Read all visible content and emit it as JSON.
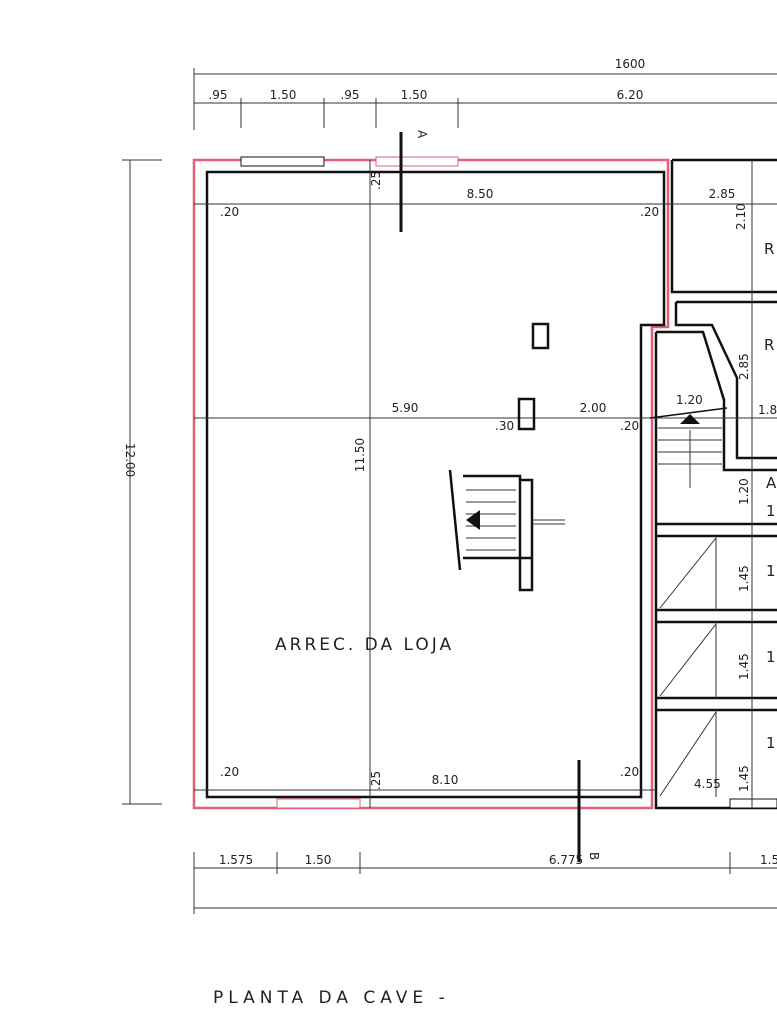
{
  "drawing": {
    "title": "PLANTA DA CAVE -",
    "room_label": "ARREC. DA LOJA",
    "section_marks": [
      "A",
      "B"
    ],
    "top_dims": {
      "total": "1600",
      "segments": [
        ".95",
        "1.50",
        ".95",
        "1.50",
        "6.20"
      ]
    },
    "bottom_dims": {
      "segments": [
        "1.575",
        "1.50",
        "6.775",
        "1.5"
      ]
    },
    "left_dim": "12.00",
    "interior_dims": {
      "top_width": "8.50",
      "bottom_width": "8.10",
      "height": "11.50",
      "mid_left": "5.90",
      "mid_right": "2.00",
      "pillar": ".30",
      "wall": ".20",
      "wall_25": ".25"
    },
    "right_dims": {
      "r1_width": "2.85",
      "r1_height": "2.10",
      "r2_height": "2.85",
      "stair": "1.20",
      "a_height": "1.20",
      "cell_height": "1.45",
      "width": "4.55",
      "partial": "1.8"
    },
    "right_labels": [
      "R",
      "R",
      "A",
      "1",
      "1",
      "1",
      "1"
    ]
  }
}
